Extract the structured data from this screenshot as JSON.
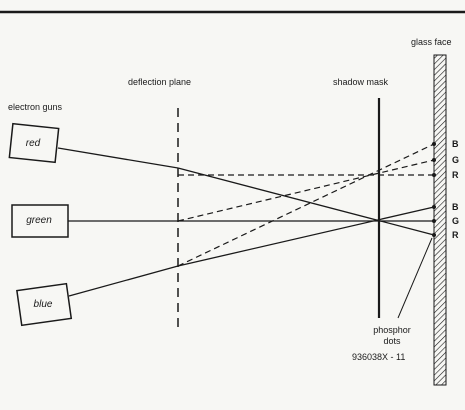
{
  "labels": {
    "glass_face": "glass face",
    "deflection_plane": "deflection plane",
    "shadow_mask": "shadow mask",
    "electron_guns": "electron guns",
    "phosphor_line1": "phosphor",
    "phosphor_line2": "dots",
    "figure_code": "936038X - 11"
  },
  "guns": [
    "red",
    "green",
    "blue"
  ],
  "phosphor_group_upper": [
    "B",
    "G",
    "R"
  ],
  "phosphor_group_lower": [
    "B",
    "G",
    "R"
  ],
  "colors": {
    "background": "#f7f7f4",
    "ink": "#1a1a1a"
  }
}
